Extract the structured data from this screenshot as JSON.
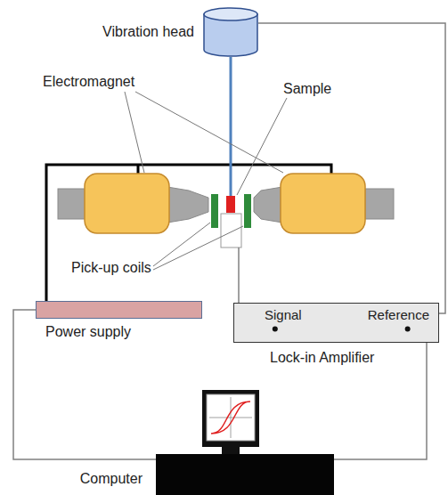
{
  "diagram": {
    "nodes": [
      {
        "text": [
          "Vibration head"
        ]
      },
      {
        "text": [
          "Power supply"
        ]
      },
      {
        "text": [
          "Signal",
          "Reference",
          "Lock-in Amplifier"
        ]
      },
      {
        "text": [
          "Computer"
        ]
      }
    ],
    "edges": [
      {
        "from": 0,
        "to": 2,
        "arrow": "none"
      },
      {
        "from": 2,
        "to": 3,
        "arrow": "none"
      },
      {
        "from": 1,
        "to": 3,
        "arrow": "none"
      }
    ],
    "labels": [
      "Electromagnet",
      "Sample",
      "Pick-up coils"
    ]
  }
}
